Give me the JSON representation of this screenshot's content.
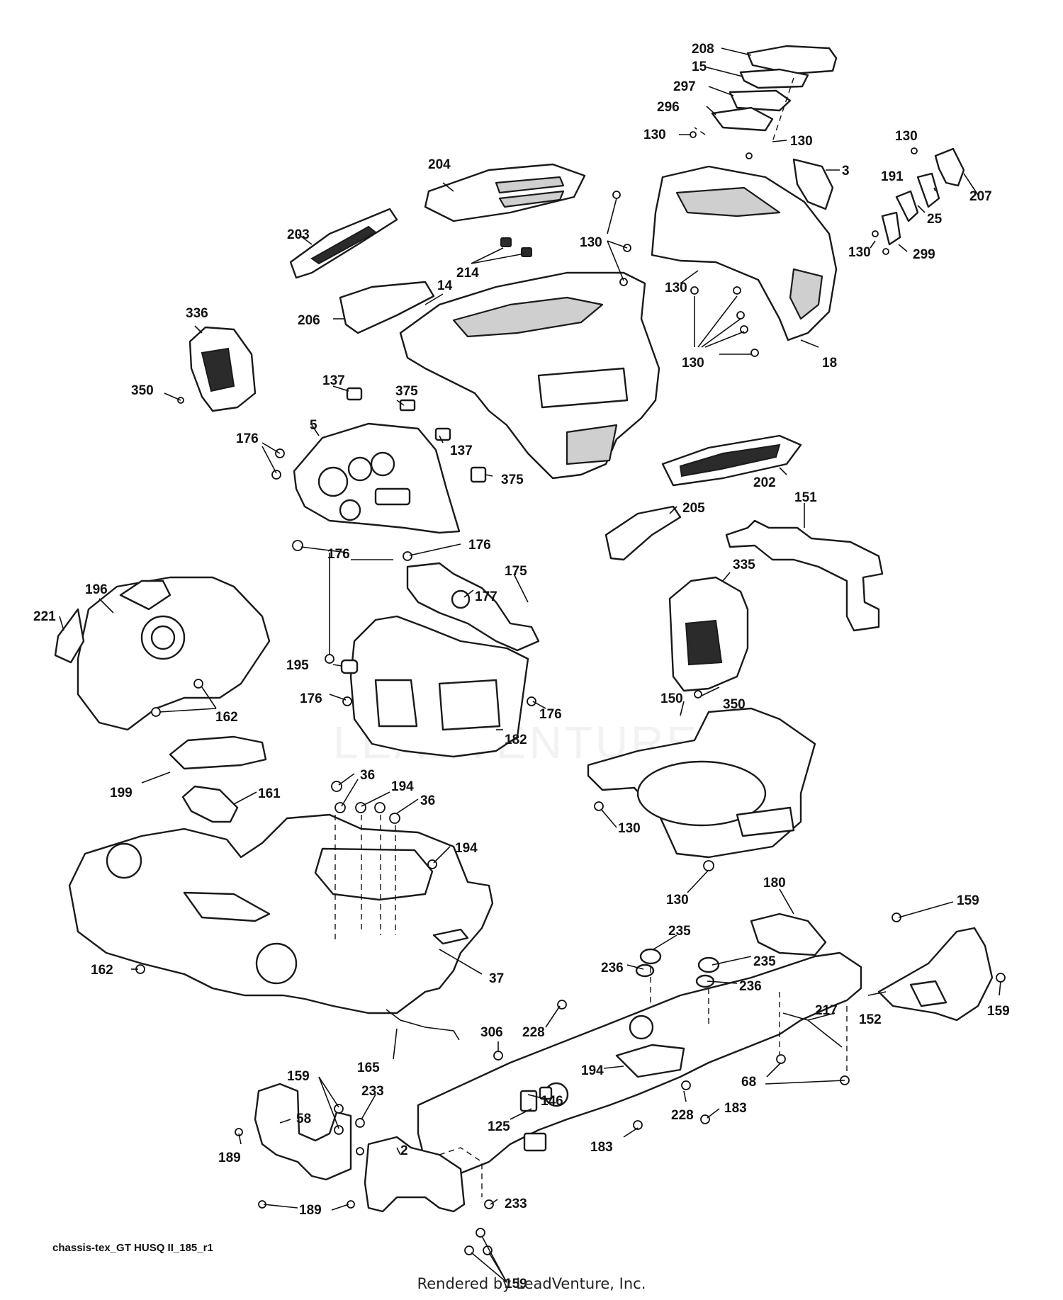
{
  "diagram": {
    "caption": "chassis-tex_GT HUSQ II_185_r1",
    "footer": "Rendered by LeadVenture, Inc.",
    "watermark": "LEADVENTURE",
    "part_numbers": [
      "208",
      "15",
      "297",
      "296",
      "130",
      "130",
      "130",
      "3",
      "191",
      "207",
      "25",
      "130",
      "299",
      "204",
      "130",
      "130",
      "130",
      "18",
      "203",
      "214",
      "14",
      "206",
      "336",
      "350",
      "137",
      "375",
      "5",
      "176",
      "137",
      "375",
      "202",
      "205",
      "151",
      "176",
      "176",
      "175",
      "177",
      "196",
      "221",
      "335",
      "195",
      "176",
      "176",
      "182",
      "162",
      "350",
      "150",
      "199",
      "161",
      "36",
      "194",
      "36",
      "194",
      "130",
      "130",
      "180",
      "159",
      "162",
      "235",
      "235",
      "236",
      "236",
      "37",
      "152",
      "159",
      "217",
      "228",
      "306",
      "165",
      "194",
      "68",
      "159",
      "146",
      "233",
      "58",
      "228",
      "183",
      "125",
      "189",
      "2",
      "183",
      "189",
      "233",
      "159"
    ]
  }
}
